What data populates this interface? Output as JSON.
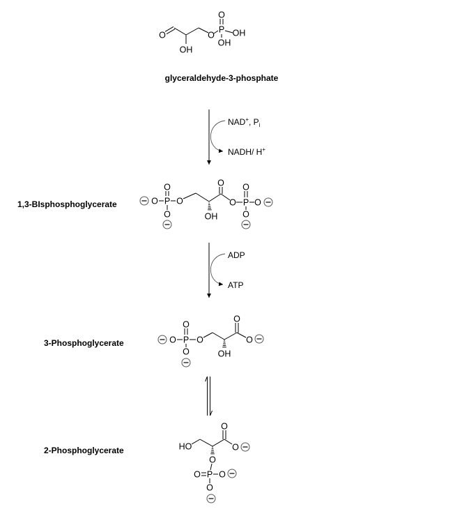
{
  "atoms": {
    "O": "O",
    "P": "P",
    "OH": "OH",
    "HO": "HO"
  },
  "compounds": {
    "g3p": "glyceraldehyde-3-phosphate",
    "bpg": "1,3-BIsphosphoglycerate",
    "pg3": "3-Phosphoglycerate",
    "pg2": "2-Phosphoglycerate"
  },
  "steps": [
    {
      "in_main": "NAD",
      "in_sup": "+",
      "in_sep": ", P",
      "in_sub": "i",
      "out_main": "NADH/ H",
      "out_sup": "+"
    },
    {
      "in_main": "ADP",
      "out_main": "ATP"
    }
  ],
  "colors": {
    "ink": "#000000",
    "charge_ring": "#555555"
  }
}
